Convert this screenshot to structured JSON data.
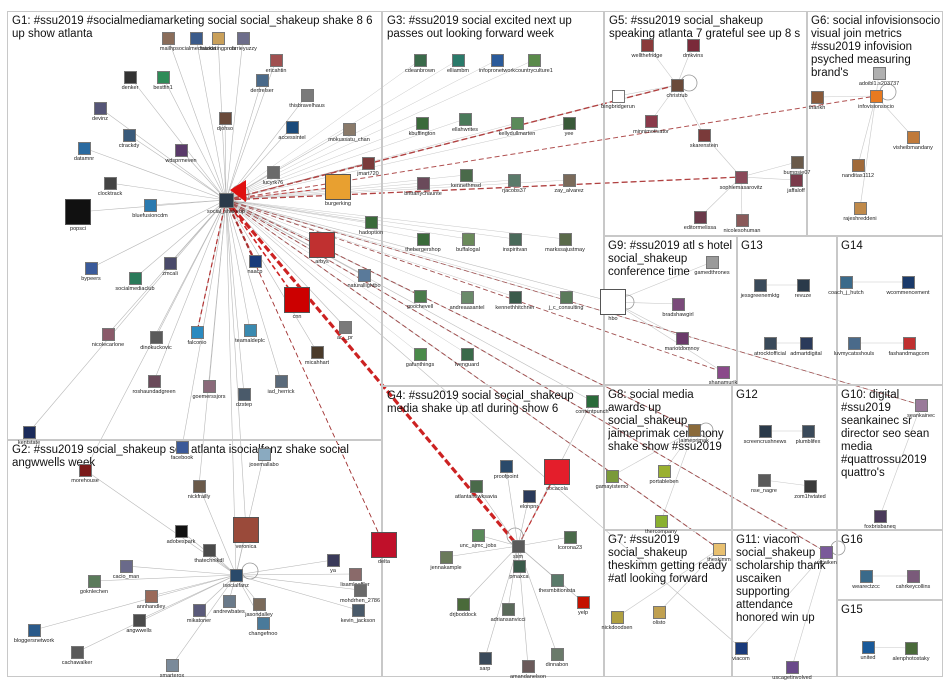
{
  "groups": [
    {
      "id": "G1",
      "title": "G1: #ssu2019 #socialmediamarketing social social_shakeup shake 8 6 up show atlanta"
    },
    {
      "id": "G2",
      "title": "G2: #ssu2019 social_shakeup see atlanta isocialfanz shake social angwwells week"
    },
    {
      "id": "G3",
      "title": "G3: #ssu2019 social excited next up passes out looking forward week"
    },
    {
      "id": "G4",
      "title": "G4: #ssu2019 social social_shakeup media shake up atl during show 6"
    },
    {
      "id": "G5",
      "title": "G5: #ssu2019 social_shakeup speaking atlanta 7 grateful see up 8 s"
    },
    {
      "id": "G6",
      "title": "G6: social infovisionsocio visual join metrics #ssu2019 infovision psyched measuring brand's"
    },
    {
      "id": "G7",
      "title": "G7: #ssu2019 social_shakeup theskimm getting ready #atl looking forward"
    },
    {
      "id": "G8",
      "title": "G8: social media awards up social_shakeup jaimeprimak ceremony shake show #ssu2019"
    },
    {
      "id": "G9",
      "title": "G9: #ssu2019 atl s hotel social_shakeup conference time"
    },
    {
      "id": "G10",
      "title": "G10: digital #ssu2019 seankainec sr director seo sean media #quattrossu2019 quattro's"
    },
    {
      "id": "G11",
      "title": "G11: viacom social_shakeup scholarship thank uscaiken supporting attendance honored win up"
    },
    {
      "id": "G12",
      "title": "G12"
    },
    {
      "id": "G13",
      "title": "G13"
    },
    {
      "id": "G14",
      "title": "G14"
    },
    {
      "id": "G15",
      "title": "G15"
    },
    {
      "id": "G16",
      "title": "G16"
    }
  ],
  "nodes": [
    {
      "id": "social_shakeup",
      "label": "social_shakeup",
      "color": "#2b3a4a"
    },
    {
      "id": "mailhp",
      "label": "mailhp",
      "color": "#8a6d5a"
    },
    {
      "id": "socialmediatoday",
      "label": "socialmediatoda",
      "color": "#3b5b8a"
    },
    {
      "id": "marketingprofs",
      "label": "marketingprofs",
      "color": "#c9a05a"
    },
    {
      "id": "carrieyuzzy",
      "label": "carrieyuzzy",
      "color": "#6d6d8a"
    },
    {
      "id": "denker",
      "label": "denker",
      "color": "#333333"
    },
    {
      "id": "bestfin1",
      "label": "bestfin1",
      "color": "#2e8b57"
    },
    {
      "id": "ericahtin",
      "label": "ericahtin",
      "color": "#a05050"
    },
    {
      "id": "devinz",
      "label": "devinz",
      "color": "#555577"
    },
    {
      "id": "dertrelser",
      "label": "dertrelser",
      "color": "#4a6a8a"
    },
    {
      "id": "thisbravelhaus",
      "label": "thisbravelhaus",
      "color": "#7a7a7a"
    },
    {
      "id": "djohso",
      "label": "djohso",
      "color": "#6a4a3a"
    },
    {
      "id": "ctrackdy",
      "label": "ctrackdy",
      "color": "#3a5a7a"
    },
    {
      "id": "accessintel",
      "label": "accessintel",
      "color": "#1a4a7a"
    },
    {
      "id": "mokussatu_chan",
      "label": "mokussatu_chan",
      "color": "#8a7a6a"
    },
    {
      "id": "datamnr",
      "label": "datamnr",
      "color": "#2a6aa0"
    },
    {
      "id": "wdsprmeven",
      "label": "wdsprmeven",
      "color": "#5a3a6a"
    },
    {
      "id": "jmart720",
      "label": "jmart720",
      "color": "#7a3a3a"
    },
    {
      "id": "clocktrack",
      "label": "clocktrack",
      "color": "#444444"
    },
    {
      "id": "popsci",
      "label": "popsci",
      "color": "#111111"
    },
    {
      "id": "bluefusioncdm",
      "label": "bluefusioncdm",
      "color": "#2a7ab0"
    },
    {
      "id": "lucyrk76",
      "label": "lucyrk76",
      "color": "#6a6a6a"
    },
    {
      "id": "burgerking",
      "label": "burgerking",
      "color": "#e8a030"
    },
    {
      "id": "hadoption",
      "label": "hadoption",
      "color": "#3a6a3a"
    },
    {
      "id": "zmcali",
      "label": "zmcali",
      "color": "#4a4a6a"
    },
    {
      "id": "naacp",
      "label": "naacp",
      "color": "#1a3a7a"
    },
    {
      "id": "arbys",
      "label": "arbys",
      "color": "#c03030"
    },
    {
      "id": "naturallightbo",
      "label": "naturallightbo",
      "color": "#5a7a9a"
    },
    {
      "id": "bypeers",
      "label": "bypeers",
      "color": "#3a5a9a"
    },
    {
      "id": "socialmediaclub",
      "label": "socialmediaclub",
      "color": "#2a7a5a"
    },
    {
      "id": "cnn",
      "label": "cnn",
      "color": "#cc0000"
    },
    {
      "id": "ar_pr",
      "label": "ar__pr",
      "color": "#7a7a7a"
    },
    {
      "id": "falconio",
      "label": "falconio",
      "color": "#2a8ac0"
    },
    {
      "id": "nicolecarlone",
      "label": "nicolecarlone",
      "color": "#8a5a6a"
    },
    {
      "id": "dinokuckovic",
      "label": "dinokuckovic",
      "color": "#5a5a5a"
    },
    {
      "id": "teamaldeplc",
      "label": "teamaldeplc",
      "color": "#3a8ab0"
    },
    {
      "id": "micahhart",
      "label": "micahhart",
      "color": "#4a3a2a"
    },
    {
      "id": "roshaundadgreen",
      "label": "roshaundadgreen",
      "color": "#6a4a5a"
    },
    {
      "id": "goemerssjors",
      "label": "goemerssjors",
      "color": "#8a6a7a"
    },
    {
      "id": "dzstep",
      "label": "dzstep",
      "color": "#4a5a6a"
    },
    {
      "id": "iad_herrick",
      "label": "iad_herrick",
      "color": "#5a6a7a"
    },
    {
      "id": "kentstate",
      "label": "kentstate",
      "color": "#1a2a5a"
    },
    {
      "id": "facebook",
      "label": "facebook",
      "color": "#3b5998"
    },
    {
      "id": "josemallabo",
      "label": "josemallabo",
      "color": "#8aaac0"
    },
    {
      "id": "morehouse",
      "label": "morehouse",
      "color": "#7a1a1a"
    },
    {
      "id": "nickfrailly",
      "label": "nickfrailly",
      "color": "#6a5a4a"
    },
    {
      "id": "adobespark",
      "label": "adobespark",
      "color": "#111111"
    },
    {
      "id": "veronica",
      "label": "veronica",
      "color": "#9a4a3a"
    },
    {
      "id": "thatechnikdl",
      "label": "thatechnikdl",
      "color": "#4a4a4a"
    },
    {
      "id": "goknlechen",
      "label": "goknlechen",
      "color": "#5a7a5a"
    },
    {
      "id": "cacio_man",
      "label": "cacio_man",
      "color": "#6a6a8a"
    },
    {
      "id": "isocialfanz",
      "label": "isocialfanz",
      "color": "#2a4a6a"
    },
    {
      "id": "annhandley",
      "label": "annhandley",
      "color": "#9a6a5a"
    },
    {
      "id": "mikatoner",
      "label": "mikatoner",
      "color": "#5a5a7a"
    },
    {
      "id": "andrewbates",
      "label": "andrewbates",
      "color": "#6a7a8a"
    },
    {
      "id": "jasondalley",
      "label": "jasondalley",
      "color": "#7a6a5a"
    },
    {
      "id": "changefnoo",
      "label": "changefnoo",
      "color": "#4a7a9a"
    },
    {
      "id": "angwwells",
      "label": "angwwells",
      "color": "#4a4a4a"
    },
    {
      "id": "bloggersnetwork",
      "label": "bloggersnetwork",
      "color": "#2a5a8a"
    },
    {
      "id": "cachawalker",
      "label": "cachawalker",
      "color": "#5a5a5a"
    },
    {
      "id": "smarterox",
      "label": "smarterox",
      "color": "#7a8a9a"
    },
    {
      "id": "ya",
      "label": "ya",
      "color": "#3a3a5a"
    },
    {
      "id": "lisamloeffler",
      "label": "lisamloeffler",
      "color": "#8a6a6a"
    },
    {
      "id": "mohdrhen_2786",
      "label": "mohdrhen_2786",
      "color": "#6a6a6a"
    },
    {
      "id": "kevin_jackson",
      "label": "kevin_jackson",
      "color": "#4a5a6a"
    },
    {
      "id": "delta",
      "label": "delta",
      "color": "#c0102a"
    },
    {
      "id": "cdeanbrown",
      "label": "cdeanbrown",
      "color": "#3a6a4a"
    },
    {
      "id": "elliambm",
      "label": "elliambm",
      "color": "#2a7a6a"
    },
    {
      "id": "infopronetwork",
      "label": "infopronetwork",
      "color": "#2a5a9a"
    },
    {
      "id": "countryculture1",
      "label": "countryculture1",
      "color": "#5a8a4a"
    },
    {
      "id": "kbuffington",
      "label": "kbuffington",
      "color": "#3a6a3a"
    },
    {
      "id": "ellahwrites",
      "label": "ellahwrites",
      "color": "#4a7a5a"
    },
    {
      "id": "kellydullmarten",
      "label": "kellydullmarten",
      "color": "#5a8a5a"
    },
    {
      "id": "yee",
      "label": "yee",
      "color": "#3a5a3a"
    },
    {
      "id": "brittanychaunte",
      "label": "brittanychaunte",
      "color": "#6a4a5a"
    },
    {
      "id": "kennethmsd",
      "label": "kennethmsd",
      "color": "#4a6a4a"
    },
    {
      "id": "rjacobs37",
      "label": "rjacobs37",
      "color": "#5a7a6a"
    },
    {
      "id": "zay_alvarez",
      "label": "zay_alvarez",
      "color": "#7a6a5a"
    },
    {
      "id": "thebergershop",
      "label": "thebergershop",
      "color": "#3a6a3a"
    },
    {
      "id": "buffalogal",
      "label": "buffalogal",
      "color": "#6a8a5a"
    },
    {
      "id": "inspiritvan",
      "label": "inspiritvan",
      "color": "#4a6a5a"
    },
    {
      "id": "markssajustmay",
      "label": "markssajustmay",
      "color": "#5a6a4a"
    },
    {
      "id": "goochevell",
      "label": "goochevell",
      "color": "#4a7a4a"
    },
    {
      "id": "andreaasantel",
      "label": "andreaasantel",
      "color": "#6a8a6a"
    },
    {
      "id": "kennethhitchner",
      "label": "kennethhitchner",
      "color": "#3a5a4a"
    },
    {
      "id": "j_c_consulting",
      "label": "j_c_consulting",
      "color": "#5a7a5a"
    },
    {
      "id": "gafunthings",
      "label": "gafunthings",
      "color": "#4a8a4a"
    },
    {
      "id": "lvenguard",
      "label": "lvenguard",
      "color": "#3a6a4a"
    },
    {
      "id": "contentpunch",
      "label": "contentpunch",
      "color": "#2a6a3a"
    },
    {
      "id": "proofpoint",
      "label": "proofpoint",
      "color": "#2a4a6a"
    },
    {
      "id": "atlantahawksavia",
      "label": "atlantahawksavia",
      "color": "#4a6a4a"
    },
    {
      "id": "cocacola",
      "label": "cocacola",
      "color": "#e41e2b"
    },
    {
      "id": "elonpnr",
      "label": "elonpnr",
      "color": "#2a3a5a"
    },
    {
      "id": "unc_ajmc_jobs",
      "label": "unc_ajmc_jobs",
      "color": "#5a8a5a"
    },
    {
      "id": "jennakample",
      "label": "jennakample",
      "color": "#6a7a5a"
    },
    {
      "id": "lcorona23",
      "label": "lcorona23",
      "color": "#4a6a4a"
    },
    {
      "id": "ssm",
      "label": "ssm",
      "color": "#5a5a5a"
    },
    {
      "id": "pmaxca",
      "label": "pmaxca",
      "color": "#3a5a4a"
    },
    {
      "id": "thesmbitionista",
      "label": "thesmbitionista",
      "color": "#5a7a6a"
    },
    {
      "id": "yelp",
      "label": "yelp",
      "color": "#c41200"
    },
    {
      "id": "drjboddock",
      "label": "drjboddock",
      "color": "#4a6a3a"
    },
    {
      "id": "adriansanvicci",
      "label": "adriansanvicci",
      "color": "#5a6a5a"
    },
    {
      "id": "dinnabon",
      "label": "dinnabon",
      "color": "#6a7a6a"
    },
    {
      "id": "sarp",
      "label": "sarp",
      "color": "#3a4a5a"
    },
    {
      "id": "amandanelson",
      "label": "amandanelson",
      "color": "#6a5a5a"
    },
    {
      "id": "wellthefridge",
      "label": "wellthefridge",
      "color": "#8a3a3a"
    },
    {
      "id": "dmkvins",
      "label": "dmkvins",
      "color": "#7a2a3a"
    },
    {
      "id": "bingbridgerun",
      "label": "bingbridgerun",
      "color": "#ffffff"
    },
    {
      "id": "christrub",
      "label": "christrub",
      "color": "#6a4a3a"
    },
    {
      "id": "minnimotivator",
      "label": "minnimotivator",
      "color": "#8a3a4a"
    },
    {
      "id": "skarenstein",
      "label": "skarenstein",
      "color": "#7a3a3a"
    },
    {
      "id": "bumpsie07",
      "label": "bumpsie07",
      "color": "#6a5a4a"
    },
    {
      "id": "sophiemasarovitz",
      "label": "sophiemasarovitz",
      "color": "#8a4a5a"
    },
    {
      "id": "jaffaloff",
      "label": "jaffaloff",
      "color": "#7a3a4a"
    },
    {
      "id": "editormelissa",
      "label": "editormelissa",
      "color": "#6a3a4a"
    },
    {
      "id": "nicolesohuman",
      "label": "nicolesohuman",
      "color": "#8a5a5a"
    },
    {
      "id": "adoibl1",
      "label": "adoibl1.s203737",
      "color": "#b0b0b0"
    },
    {
      "id": "thankh",
      "label": "thankh",
      "color": "#8a5a3a"
    },
    {
      "id": "infovisionsocio",
      "label": "infovisionsocio",
      "color": "#e87a20"
    },
    {
      "id": "visheibmandany",
      "label": "visheibmandany",
      "color": "#c07a3a"
    },
    {
      "id": "nanditas1112",
      "label": "nanditas1112",
      "color": "#a06a3a"
    },
    {
      "id": "rajeshreddeni",
      "label": "rajeshreddeni",
      "color": "#c08a4a"
    },
    {
      "id": "hbo",
      "label": "hbo",
      "color": "#ffffff"
    },
    {
      "id": "gamedthrones",
      "label": "gamedthrones",
      "color": "#9a9a9a"
    },
    {
      "id": "bradshawgirl",
      "label": "bradshawgirl",
      "color": "#7a4a7a"
    },
    {
      "id": "mariotdomnoy",
      "label": "mariotdomnoy",
      "color": "#6a3a6a"
    },
    {
      "id": "shanamurik",
      "label": "shanamurik",
      "color": "#8a4a8a"
    },
    {
      "id": "jessgreenemktg",
      "label": "jessgreenemktg",
      "color": "#3a4a5a"
    },
    {
      "id": "revuze",
      "label": "revuze",
      "color": "#2a3a4a"
    },
    {
      "id": "atrocktofficial",
      "label": "atrocktofficial",
      "color": "#3a4a5a"
    },
    {
      "id": "admartdigital",
      "label": "admartdigital",
      "color": "#2a3a5a"
    },
    {
      "id": "coach_j_hutch",
      "label": "coach_j_hutch",
      "color": "#3a6a8a"
    },
    {
      "id": "wcommencement",
      "label": "wcommencement",
      "color": "#1a3a6a"
    },
    {
      "id": "luvmycatsshouls",
      "label": "luvmycatsshouls",
      "color": "#4a6a8a"
    },
    {
      "id": "fashandmagcom",
      "label": "fashandmagcom",
      "color": "#c03030"
    },
    {
      "id": "jaimeprimak",
      "label": "jaimeprimak",
      "color": "#8a6a3a"
    },
    {
      "id": "portableben",
      "label": "portableben",
      "color": "#9ab030"
    },
    {
      "id": "gamayistemo",
      "label": "gamayistemo",
      "color": "#7a9a3a"
    },
    {
      "id": "thercompany",
      "label": "thercompany",
      "color": "#8ab030"
    },
    {
      "id": "screencrushnews",
      "label": "screencrushnews",
      "color": "#2a3a4a"
    },
    {
      "id": "plumblifex",
      "label": "plumblifex",
      "color": "#3a4a5a"
    },
    {
      "id": "nse_nagre",
      "label": "nse_nagre",
      "color": "#5a5a5a"
    },
    {
      "id": "zom1hvtated",
      "label": "zom1hvtated",
      "color": "#3a3a3a"
    },
    {
      "id": "seankainec",
      "label": "seankainec",
      "color": "#9a7a9a"
    },
    {
      "id": "foxbrisbaneq",
      "label": "foxbrisbaneq",
      "color": "#4a3a5a"
    },
    {
      "id": "theskimm",
      "label": "theskimm",
      "color": "#e8c070"
    },
    {
      "id": "nickdoodsen",
      "label": "nickdoodsen",
      "color": "#b0a040"
    },
    {
      "id": "olisto",
      "label": "olisto",
      "color": "#c0a050"
    },
    {
      "id": "viacom",
      "label": "viacom",
      "color": "#1a3a7a"
    },
    {
      "id": "uscaiken",
      "label": "uscaiken",
      "color": "#7a5a9a"
    },
    {
      "id": "uscagetinvolved",
      "label": "uscagetinvolved",
      "color": "#6a4a8a"
    },
    {
      "id": "wearectzcc",
      "label": "wearectzcc",
      "color": "#3a6a8a"
    },
    {
      "id": "cahrkey",
      "label": "cahrkeycollins",
      "color": "#7a5a7a"
    },
    {
      "id": "united",
      "label": "united",
      "color": "#1a5a9a"
    },
    {
      "id": "alenphotostaky",
      "label": "alenphotostaky",
      "color": "#4a6a3a"
    }
  ]
}
